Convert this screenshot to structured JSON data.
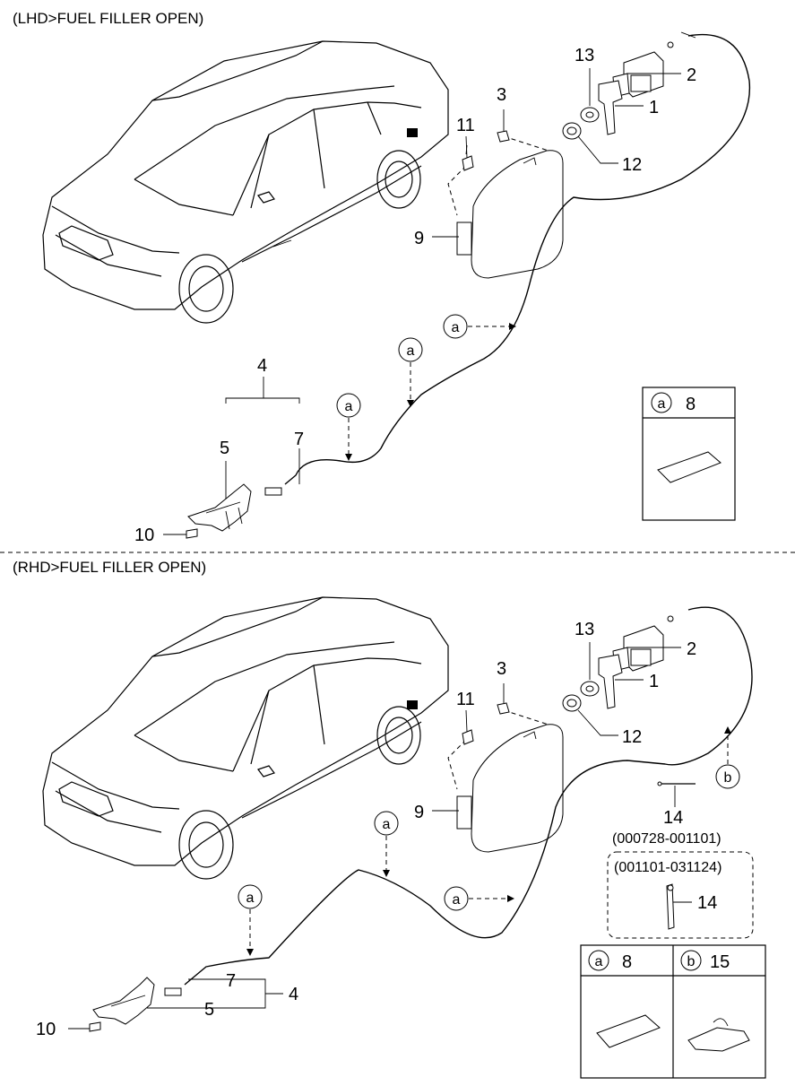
{
  "sections": [
    {
      "title": "(LHD>FUEL FILLER OPEN)",
      "callouts": {
        "p1": "1",
        "p2": "2",
        "p3": "3",
        "p4": "4",
        "p5": "5",
        "p7": "7",
        "p9": "9",
        "p10": "10",
        "p11": "11",
        "p12": "12",
        "p13": "13"
      },
      "refs": {
        "a1": "a",
        "a2": "a",
        "a3": "a"
      },
      "legend": {
        "ref": "a",
        "part": "8"
      }
    },
    {
      "title": "(RHD>FUEL FILLER OPEN)",
      "callouts": {
        "p1": "1",
        "p2": "2",
        "p3": "3",
        "p4": "4",
        "p5": "5",
        "p7": "7",
        "p9": "9",
        "p10": "10",
        "p11": "11",
        "p12": "12",
        "p13": "13",
        "p14a": "14",
        "p14b": "14"
      },
      "refs": {
        "a1": "a",
        "a2": "a",
        "a3": "a",
        "b1": "b"
      },
      "ranges": {
        "r1": "(000728-001101)",
        "r2": "(001101-031124)"
      },
      "legend": {
        "ref_a": "a",
        "part_a": "8",
        "ref_b": "b",
        "part_b": "15"
      }
    }
  ]
}
